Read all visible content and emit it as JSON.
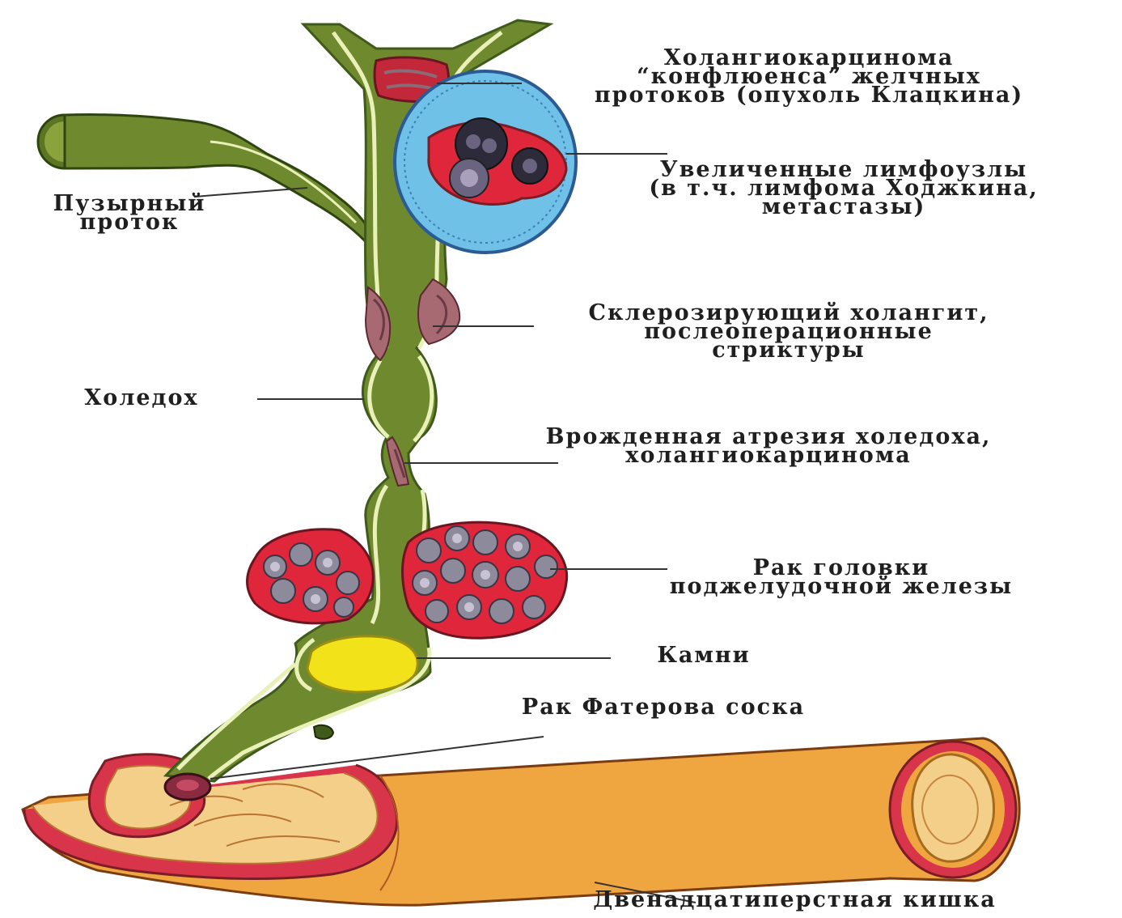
{
  "colors": {
    "duct_fill": "#6f8a2e",
    "duct_outline": "#3f5a1a",
    "duct_wall": "#e9f0b8",
    "tumor_red": "#e0263a",
    "lymph_blue": "#6fc1e8",
    "stone_yellow": "#f2e21a",
    "duodenum_orange": "#f0a640",
    "duodenum_inner": "#f4cf8a",
    "stricture_brown": "#a86a72",
    "leader_line": "#333333"
  },
  "labels": {
    "klatskin": [
      "Холангиокарцинома",
      "“конфлюенса” желчных",
      "протоков (опухоль Клацкина)"
    ],
    "lymph": [
      "Увеличенные лимфоузлы",
      "(в т.ч. лимфома Ходжкина,",
      "метастазы)"
    ],
    "cystic": [
      "Пузырный",
      "проток"
    ],
    "sclerosing": [
      "Склерозирующий холангит,",
      "послеоперационные",
      "стриктуры"
    ],
    "choledoch": [
      "Холедох"
    ],
    "atresia": [
      "Врожденная атрезия холедоха,",
      "холангиокарцинома"
    ],
    "pancreas": [
      "Рак головки",
      "поджелудочной железы"
    ],
    "stones": [
      "Камни"
    ],
    "vater": [
      "Рак Фатерова соска"
    ],
    "duodenum": [
      "Двенадцатиперстная кишка"
    ]
  }
}
